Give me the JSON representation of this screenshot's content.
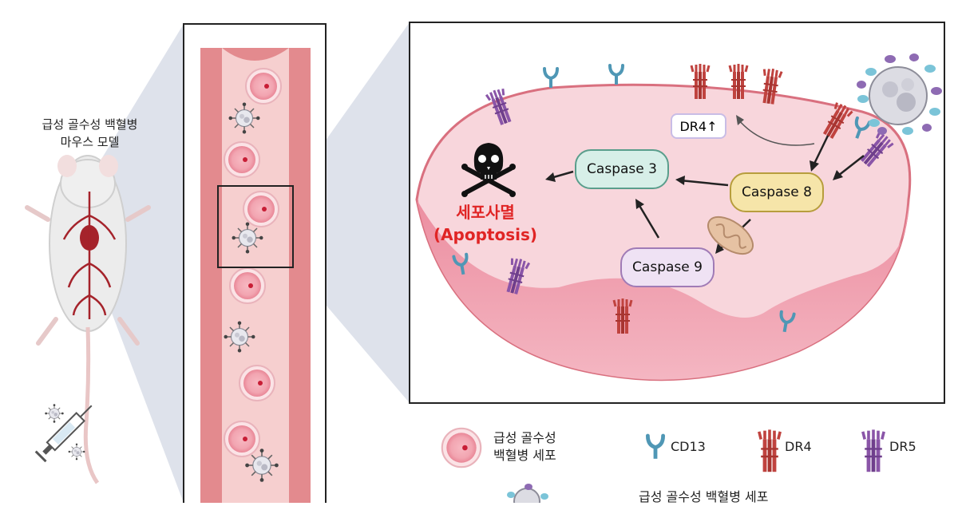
{
  "mouse": {
    "title_line1": "급성 골수성 백혈병",
    "title_line2": "마우스 모델"
  },
  "cell_diagram": {
    "dr4_up_label": "DR4↑",
    "caspase3": "Caspase 3",
    "caspase8": "Caspase 8",
    "caspase9": "Caspase 9",
    "apoptosis_ko": "세포사멸",
    "apoptosis_en": "(Apoptosis)"
  },
  "legend": {
    "leukemia_cell_line1": "급성 골수성",
    "leukemia_cell_line2": "백혈병 세포",
    "cd13": "CD13",
    "dr4": "DR4",
    "dr5": "DR5",
    "nanoparticle_partial": "급성 골수성 백혈병 세포"
  },
  "colors": {
    "vessel_wall": "#e38a8e",
    "vessel_lumen": "#f6cfcf",
    "cell_interior": "#f8d6dc",
    "membrane": "#d9707f",
    "cd13": "#4f97b5",
    "dr4": "#c0433f",
    "dr5": "#8a55a8",
    "apoptosis_text": "#e02525",
    "caspase3_fill": "#d7efe8",
    "caspase8_fill": "#f6e5a9",
    "caspase9_fill": "#efe2f4"
  },
  "icons": [
    "mouse-illustration",
    "syringe-icon",
    "skull-crossbones-icon",
    "mitochondrion-icon",
    "nanoparticle-icon"
  ]
}
